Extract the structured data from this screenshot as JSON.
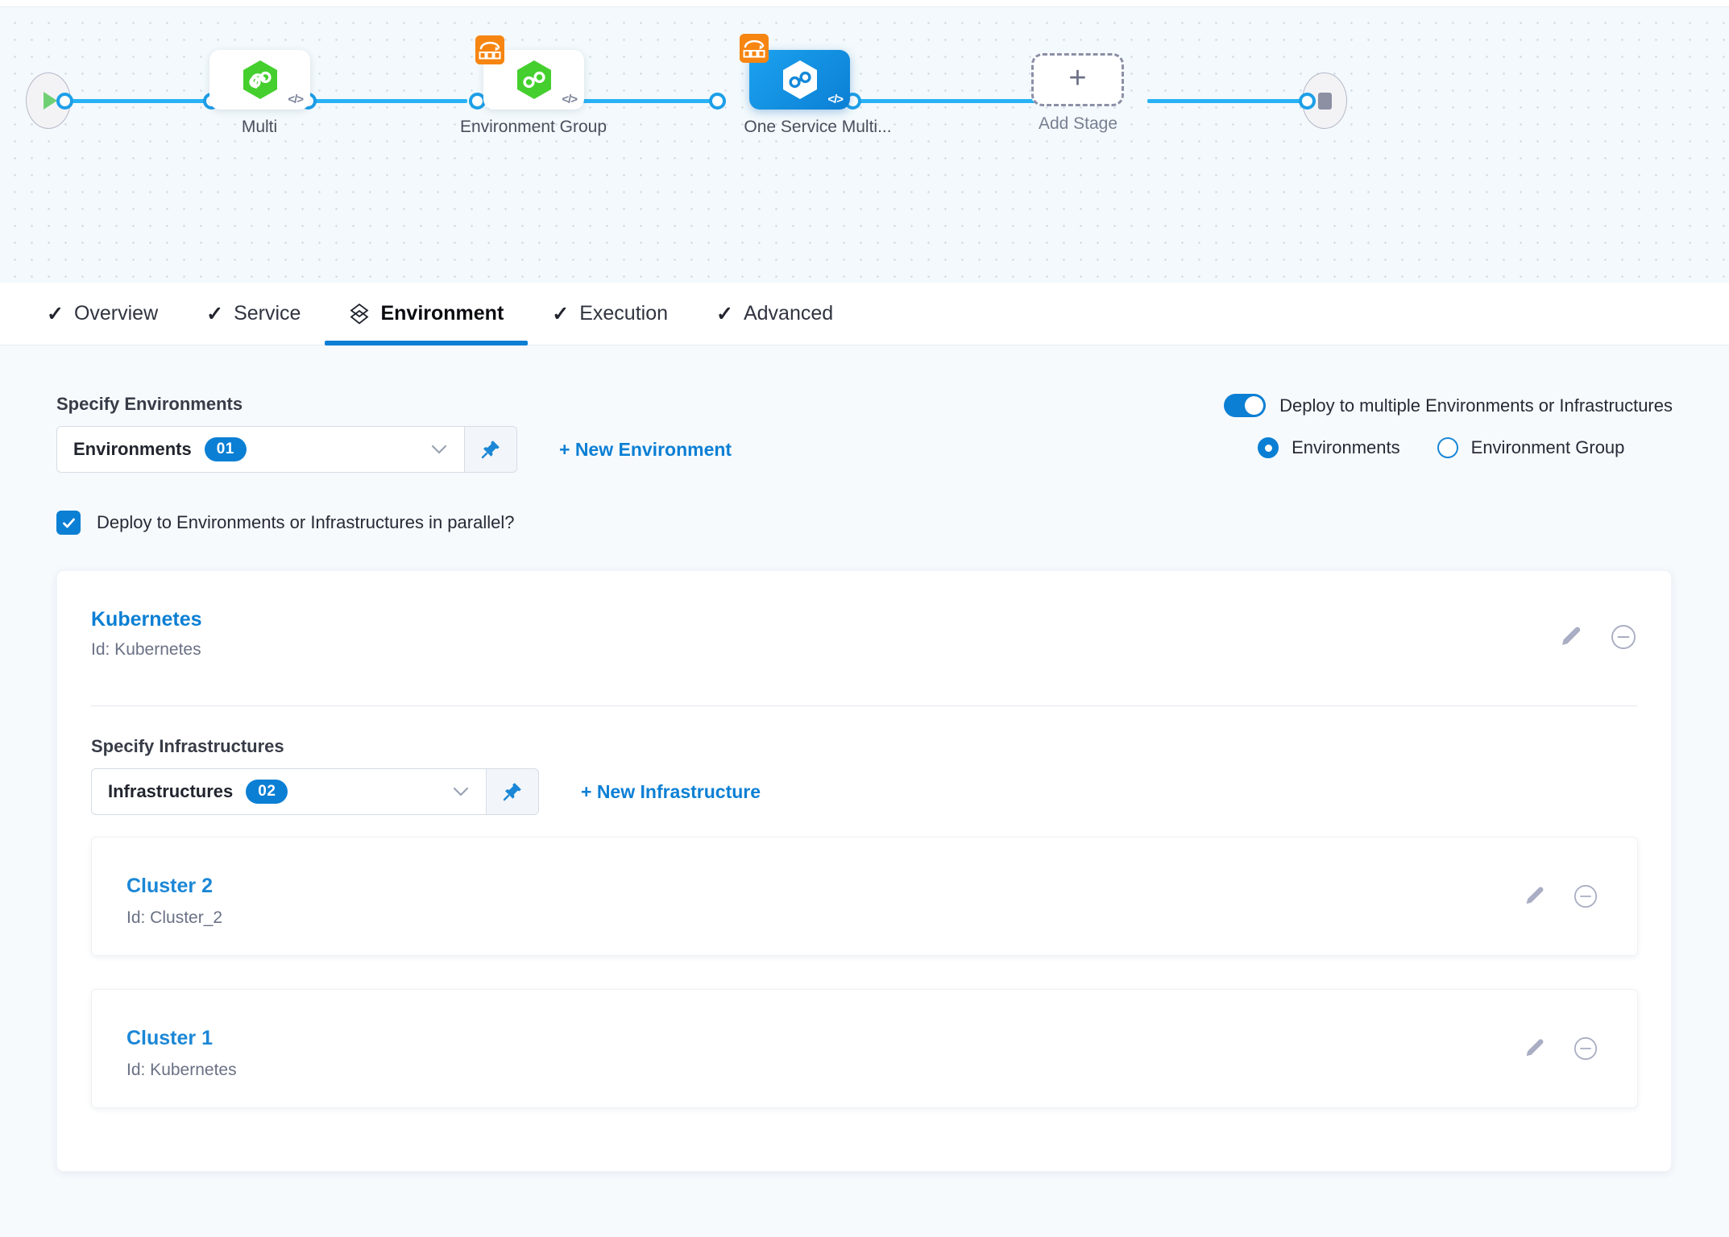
{
  "pipeline": {
    "start_icon": "play-icon",
    "end_icon": "stop-icon",
    "stages": [
      {
        "label": "Multi",
        "selected": false,
        "has_matrix_badge": false,
        "icon": "deployment-hexagon-icon"
      },
      {
        "label": "Environment Group",
        "selected": false,
        "has_matrix_badge": true,
        "icon": "deployment-hexagon-icon"
      },
      {
        "label": "One Service Multi...",
        "selected": true,
        "has_matrix_badge": true,
        "icon": "deployment-hexagon-icon"
      }
    ],
    "add_stage": {
      "label": "Add Stage",
      "icon": "plus-icon"
    }
  },
  "tabs": [
    {
      "label": "Overview",
      "icon": "check-icon",
      "active": false
    },
    {
      "label": "Service",
      "icon": "check-icon",
      "active": false
    },
    {
      "label": "Environment",
      "icon": "layers-icon",
      "active": true
    },
    {
      "label": "Execution",
      "icon": "check-icon",
      "active": false
    },
    {
      "label": "Advanced",
      "icon": "check-icon",
      "active": false
    }
  ],
  "environments_section": {
    "label": "Specify Environments",
    "select_text": "Environments",
    "select_count": "01",
    "pin_icon": "pin-icon",
    "chevron_icon": "chevron-down-icon",
    "new_link": "+ New Environment"
  },
  "deploy_options": {
    "toggle_label": "Deploy to multiple Environments or Infrastructures",
    "toggle_on": true,
    "radios": [
      {
        "label": "Environments",
        "checked": true
      },
      {
        "label": "Environment Group",
        "checked": false
      }
    ]
  },
  "parallel": {
    "label": "Deploy to Environments or Infrastructures in parallel?",
    "checked": true
  },
  "environment_card": {
    "name": "Kubernetes",
    "id": "Id: Kubernetes",
    "edit_icon": "pencil-icon",
    "remove_icon": "circle-minus-icon",
    "infrastructures_section": {
      "label": "Specify Infrastructures",
      "select_text": "Infrastructures",
      "select_count": "02",
      "pin_icon": "pin-icon",
      "chevron_icon": "chevron-down-icon",
      "new_link": "+ New Infrastructure"
    },
    "clusters": [
      {
        "name": "Cluster 2",
        "id": "Id: Cluster_2",
        "edit_icon": "pencil-icon",
        "remove_icon": "circle-minus-icon"
      },
      {
        "name": "Cluster 1",
        "id": "Id: Kubernetes",
        "edit_icon": "pencil-icon",
        "remove_icon": "circle-minus-icon"
      }
    ]
  },
  "colors": {
    "accent_blue": "#0b7fd4",
    "link_blue": "#1b87d6",
    "canvas_bg": "#f3f9fc",
    "body_bg": "#f6fafd",
    "matrix_orange": "#f68511",
    "node_green": "#45cf2e",
    "selected_node": "#1ca2ef",
    "connector": "#28b2f5",
    "icon_grey": "#a9aec4"
  }
}
